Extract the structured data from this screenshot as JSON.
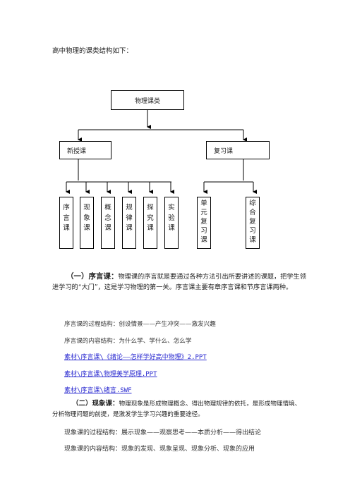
{
  "intro": "高中物理的课类结构如下：",
  "diagram": {
    "root": "物理课类",
    "left_branch": "新授课",
    "right_branch": "复习课",
    "left_children": [
      [
        "序",
        "言",
        "课"
      ],
      [
        "现",
        "象",
        "课"
      ],
      [
        "概",
        "念",
        "课"
      ],
      [
        "规",
        "律",
        "课"
      ],
      [
        "探",
        "究",
        "课"
      ],
      [
        "实",
        "验",
        "课"
      ]
    ],
    "right_children": [
      [
        "单",
        "元",
        "复",
        "习",
        "课"
      ],
      [
        "综",
        "合",
        "复",
        "习",
        "课"
      ]
    ]
  },
  "section1": {
    "heading": "（一）序言课",
    "text": "物理课的序言就是要通过各种方法引出所要讲述的课题，把学生领进学习的“大门”，这是学习物理的第一关。序言课主要有章序言课和节序言课两种。",
    "process": "序言课的过程结构：创设情景——产生冲突——激发兴趣",
    "content": "序言课的内容结构：为什么学、学什么、怎么学",
    "links": [
      "素材\\序言课\\《绪论——怎样学好高中物理》2.PPT",
      "素材\\序言课\\物理美学原理.PPT",
      "素材\\序言课\\绪言.SWF"
    ]
  },
  "section2": {
    "heading": "（二）现象课",
    "text": "物理现象是形成物理概念、得出物理规律的依托，是形成物理情境、分析物理问题的前提，是激发学生学习兴趣的重要途径。",
    "process": "现象课的过程结构：展示现象——观察思考——本质分析——得出结论",
    "content": "现象课的内容结构：现象的发现、现象呈现、现象分析、现象的应用"
  }
}
